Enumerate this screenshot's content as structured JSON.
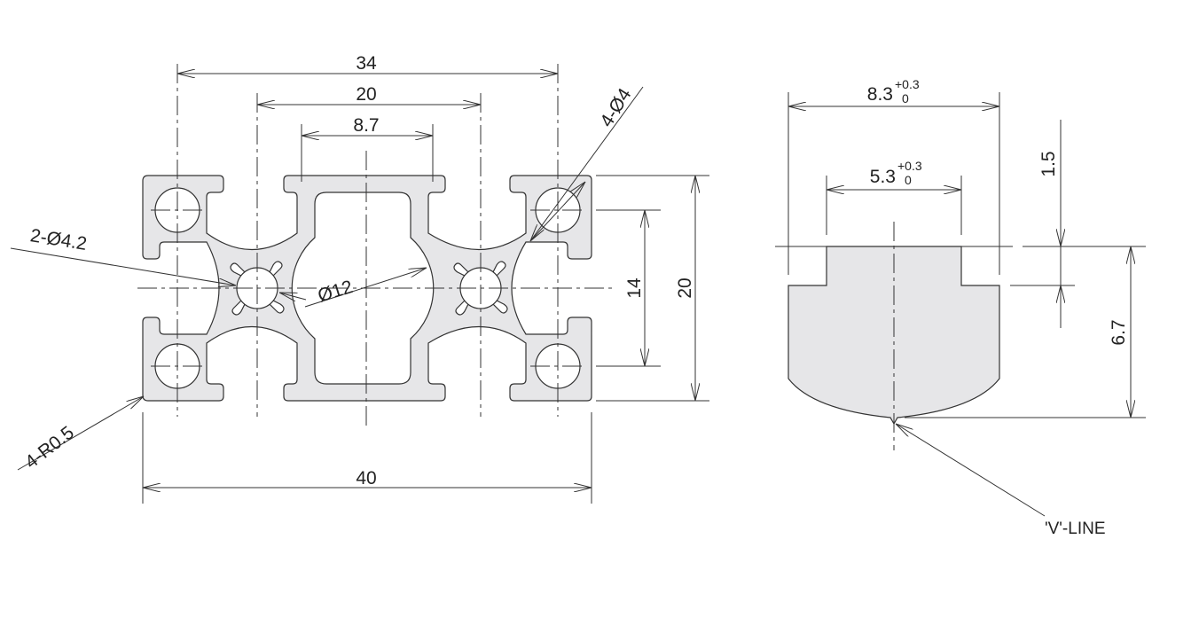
{
  "profile_view": {
    "dim_overall_width_top": "34",
    "dim_slot_centers": "20",
    "dim_center_opening": "8.7",
    "dim_overall_width": "40",
    "dim_hole_spacing": "14",
    "dim_height": "20",
    "label_corner_holes": "4-Ø4",
    "label_core_holes": "2-Ø4.2",
    "label_center_bore": "Ø12",
    "label_corner_radius": "4-R0.5"
  },
  "slot_view": {
    "dim_slot_width": "8.3",
    "dim_slot_width_tol_upper": "+0.3",
    "dim_slot_width_tol_lower": "0",
    "dim_opening_width": "5.3",
    "dim_opening_width_tol_upper": "+0.3",
    "dim_opening_width_tol_lower": "0",
    "dim_lip_thickness": "1.5",
    "dim_slot_depth": "6.7",
    "label_v_line": "'V'-LINE"
  },
  "colors": {
    "fill": "#e6e6e8",
    "line": "#333333"
  }
}
